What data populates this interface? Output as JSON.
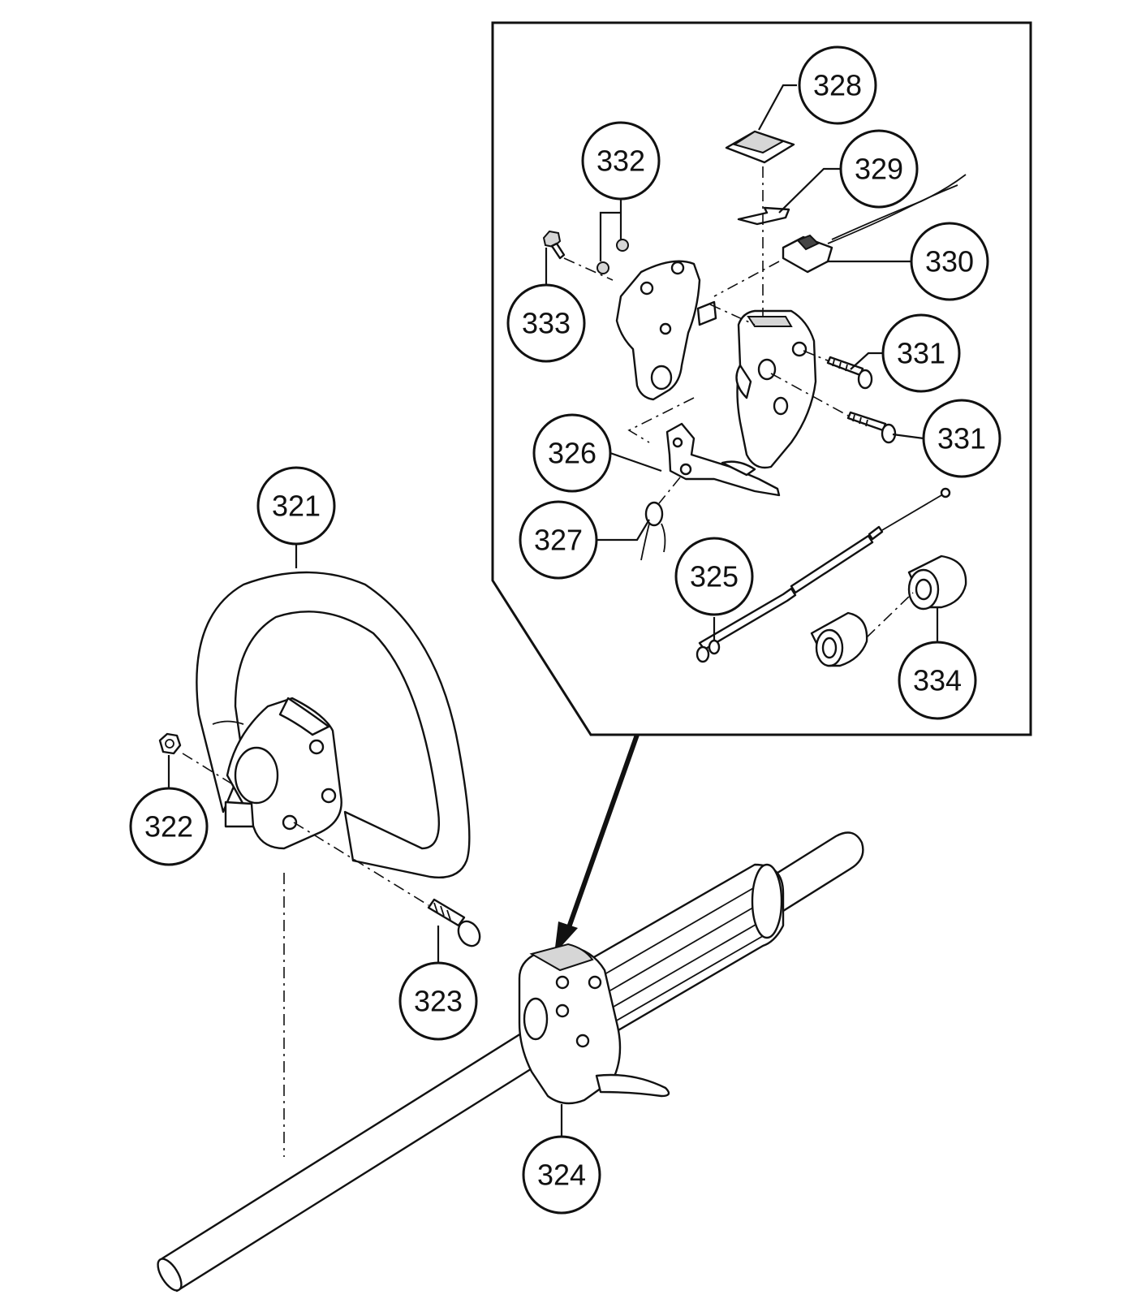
{
  "callouts": {
    "p321": "321",
    "p322": "322",
    "p323": "323",
    "p324": "324",
    "p325": "325",
    "p326": "326",
    "p327": "327",
    "p328": "328",
    "p329": "329",
    "p330": "330",
    "p331a": "331",
    "p331b": "331",
    "p332": "332",
    "p333": "333",
    "p334": "334"
  }
}
